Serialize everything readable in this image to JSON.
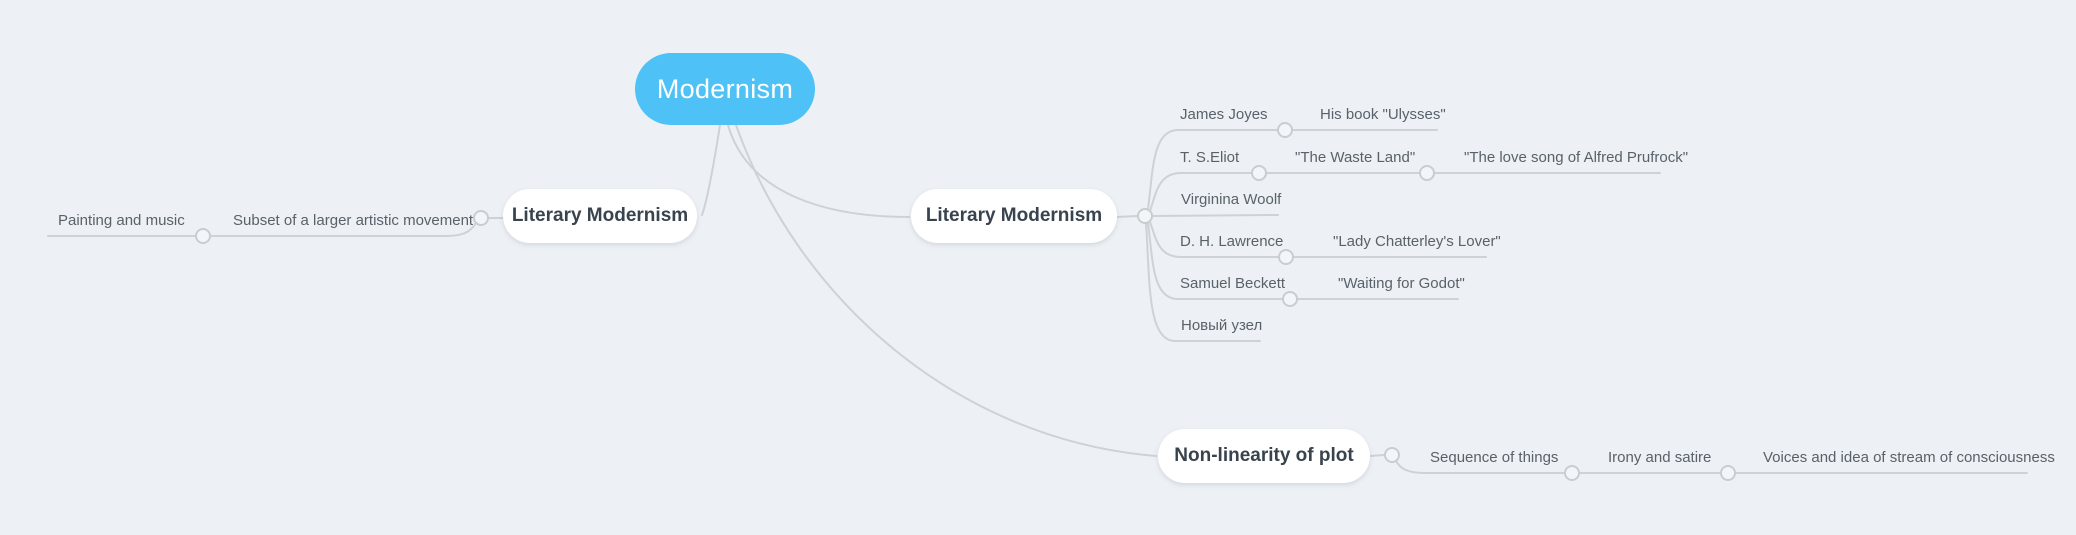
{
  "colors": {
    "canvas_background": "#edf1f5",
    "root_node_fill": "#4ec1f7",
    "root_node_text": "#ffffff",
    "topic_node_fill": "#ffffff",
    "topic_node_text": "#39434e",
    "subtopic_text": "#596169",
    "connector_line": "#cdd2d6"
  },
  "mindmap": {
    "root": {
      "label": "Modernism"
    },
    "branches": [
      {
        "label": "Literary Modernism",
        "side": "left",
        "children": [
          {
            "label": "Subset of a larger artistic movement",
            "children": [
              {
                "label": "Painting and music"
              }
            ]
          }
        ]
      },
      {
        "label": "Literary Modernism",
        "side": "right",
        "children": [
          {
            "label": "James Joyes",
            "children": [
              {
                "label": "His book \"Ulysses\""
              }
            ]
          },
          {
            "label": "T. S.Eliot",
            "children": [
              {
                "label": "\"The Waste Land\"",
                "children": [
                  {
                    "label": "\"The love song of Alfred Prufrock\""
                  }
                ]
              }
            ]
          },
          {
            "label": "Virginina Woolf"
          },
          {
            "label": "D. H. Lawrence",
            "children": [
              {
                "label": "\"Lady Chatterley's Lover\""
              }
            ]
          },
          {
            "label": "Samuel Beckett",
            "children": [
              {
                "label": "\"Waiting for Godot\""
              }
            ]
          },
          {
            "label": "Новый узел"
          }
        ]
      },
      {
        "label": "Non-linearity of plot",
        "side": "bottom",
        "children": [
          {
            "label": "Sequence of things",
            "children": [
              {
                "label": "Irony and satire",
                "children": [
                  {
                    "label": "Voices and idea of stream of consciousness"
                  }
                ]
              }
            ]
          }
        ]
      }
    ]
  }
}
